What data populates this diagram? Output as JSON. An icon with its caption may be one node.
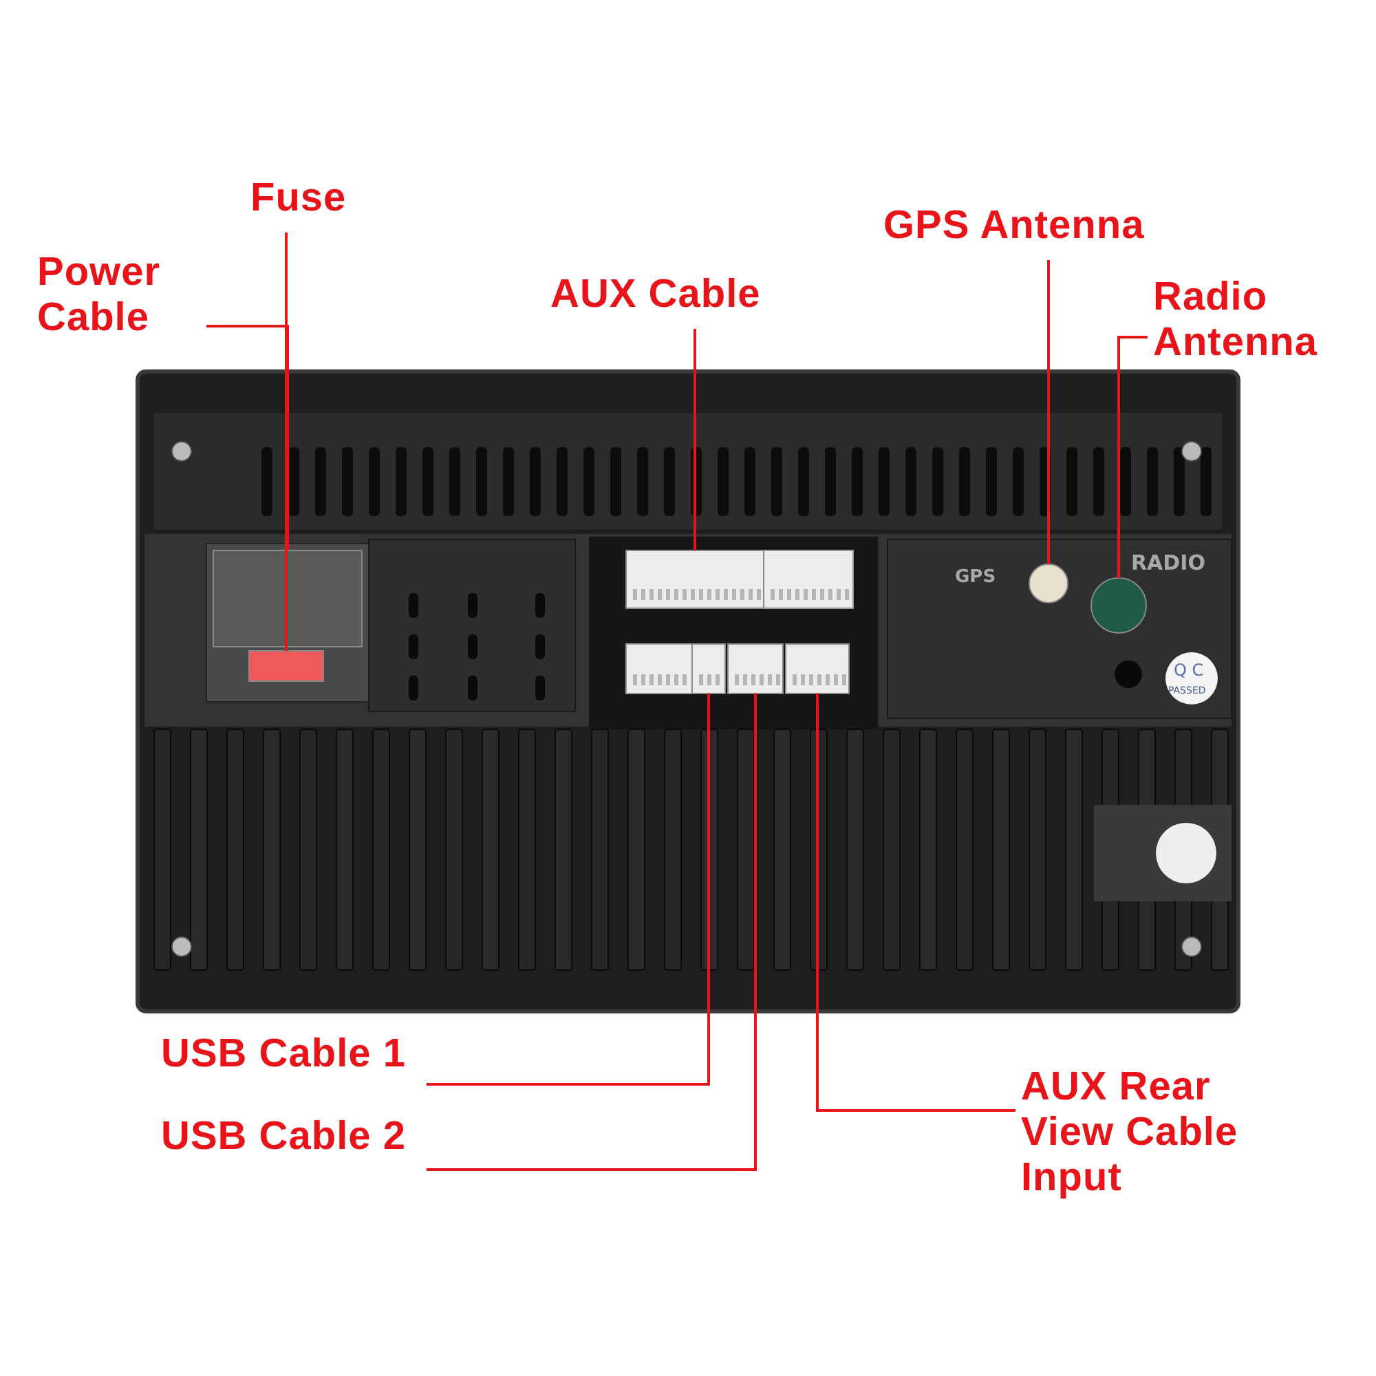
{
  "diagram": {
    "nodes": [
      {
        "text": [
          "Power Cable"
        ]
      },
      {
        "text": [
          "Fuse"
        ]
      },
      {
        "text": [
          "AUX Cable"
        ]
      },
      {
        "text": [
          "GPS Antenna"
        ]
      },
      {
        "text": [
          "Radio Antenna"
        ]
      },
      {
        "text": [
          "USB Cable 1"
        ]
      },
      {
        "text": [
          "USB Cable 2"
        ]
      },
      {
        "text": [
          "AUX Rear View Cable Input"
        ]
      },
      {
        "text": [],
        "shape": "box"
      },
      {
        "text": [],
        "shape": "box"
      },
      {
        "text": [],
        "shape": "box"
      },
      {
        "text": [],
        "shape": "circle"
      },
      {
        "text": [],
        "shape": "circle"
      },
      {
        "text": [],
        "shape": "box"
      },
      {
        "text": [],
        "shape": "box"
      },
      {
        "text": [],
        "shape": "box"
      }
    ],
    "edges": [
      {
        "from": 0,
        "to": 8,
        "arrow": "none"
      },
      {
        "from": 1,
        "to": 9,
        "arrow": "none"
      },
      {
        "from": 2,
        "to": 10,
        "arrow": "none"
      },
      {
        "from": 3,
        "to": 11,
        "arrow": "none"
      },
      {
        "from": 4,
        "to": 12,
        "arrow": "none"
      },
      {
        "from": 5,
        "to": 13,
        "arrow": "none"
      },
      {
        "from": 6,
        "to": 14,
        "arrow": "none"
      },
      {
        "from": 7,
        "to": 15,
        "arrow": "none"
      }
    ],
    "labels": [
      "GPS",
      "RADIO",
      "Q C",
      "PASSED"
    ]
  }
}
